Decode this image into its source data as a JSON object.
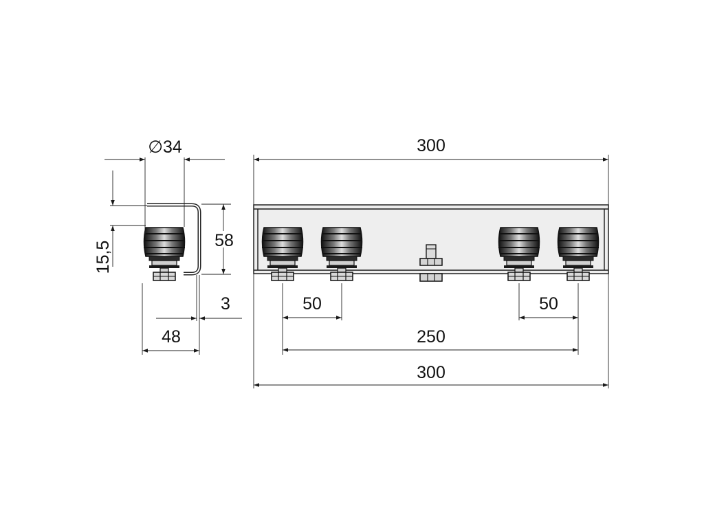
{
  "diagram": {
    "side_view": {
      "diameter_label": "∅34",
      "height_label": "15,5",
      "bracket_height_label": "58",
      "thickness_label": "3",
      "width_label": "48"
    },
    "front_view": {
      "overall_top_label": "300",
      "left_pitch_label": "50",
      "right_pitch_label": "50",
      "axle_span_label": "250",
      "overall_bottom_label": "300"
    },
    "colors": {
      "line": "#222222",
      "plate_fill": "#eeeeee",
      "roller_dark": "#1a1a1a",
      "roller_light": "#cfcfcf"
    }
  }
}
